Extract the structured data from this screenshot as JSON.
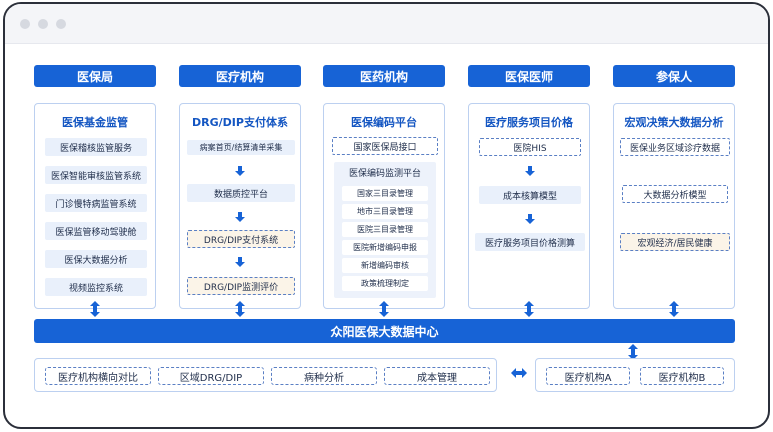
{
  "headers": [
    "医保局",
    "医疗机构",
    "医药机构",
    "医保医师",
    "参保人"
  ],
  "col1": {
    "title": "医保基金监管",
    "items": [
      "医保稽核监管服务",
      "医保智能审核监管系统",
      "门诊慢特病监管系统",
      "医保监管移动驾驶舱",
      "医保大数据分析",
      "视频监控系统"
    ]
  },
  "col2": {
    "title": "DRG/DIP支付体系",
    "items": [
      "病案首页/结算清单采集",
      "数据质控平台",
      "DRG/DIP支付系统",
      "DRG/DIP监测评价"
    ]
  },
  "col3": {
    "title": "医保编码平台",
    "top_item": "国家医保局接口",
    "panel_title": "医保编码监测平台",
    "panel_items": [
      "国家三目录管理",
      "地市三目录管理",
      "医院三目录管理",
      "医院新增编码申报",
      "新增编码审核",
      "政策梳理制定"
    ]
  },
  "col4": {
    "title": "医疗服务项目价格",
    "items": [
      "医院HIS",
      "成本核算模型",
      "医疗服务项目价格测算"
    ]
  },
  "col5": {
    "title": "宏观决策大数据分析",
    "items": [
      "医保业务区域诊疗数据",
      "大数据分析模型",
      "宏观经济/居民健康"
    ]
  },
  "center": "众阳医保大数据中心",
  "bottom_left": [
    "医疗机构横向对比",
    "区域DRG/DIP",
    "病种分析",
    "成本管理"
  ],
  "bottom_right": [
    "医疗机构A",
    "医疗机构B"
  ]
}
